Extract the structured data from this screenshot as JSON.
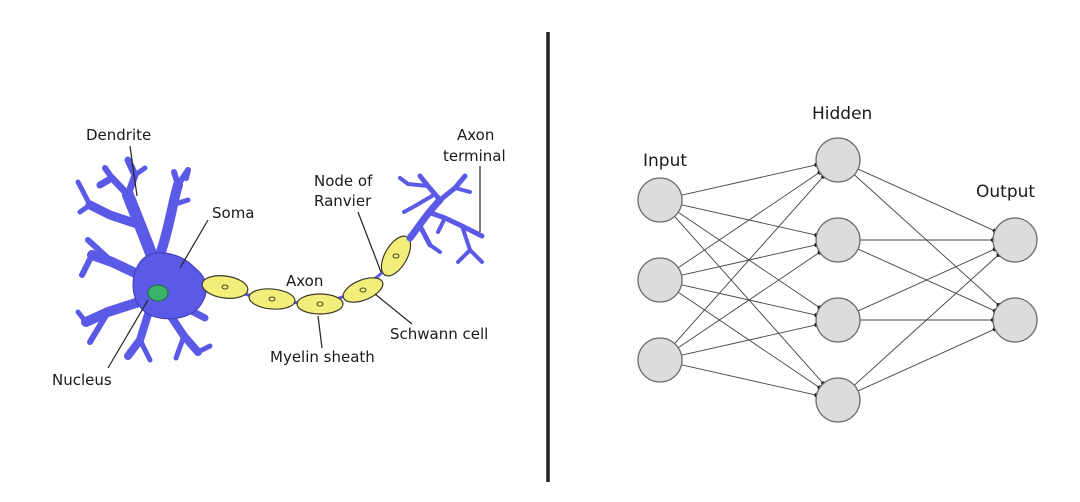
{
  "neuron": {
    "labels": {
      "dendrite": "Dendrite",
      "soma": "Soma",
      "nucleus": "Nucleus",
      "axon": "Axon",
      "node_of_ranvier_1": "Node of",
      "node_of_ranvier_2": "Ranvier",
      "axon_terminal_1": "Axon",
      "axon_terminal_2": "terminal",
      "schwann_cell": "Schwann cell",
      "myelin_sheath": "Myelin sheath"
    },
    "colors": {
      "cell_body": "#5a5ae6",
      "nucleus": "#3cb36a",
      "myelin": "#f3ee7a"
    }
  },
  "network": {
    "layers": [
      {
        "label": "Input",
        "size": 3
      },
      {
        "label": "Hidden",
        "size": 4
      },
      {
        "label": "Output",
        "size": 2
      }
    ],
    "colors": {
      "node_fill": "#dcdcdc",
      "edge": "#444444"
    }
  }
}
